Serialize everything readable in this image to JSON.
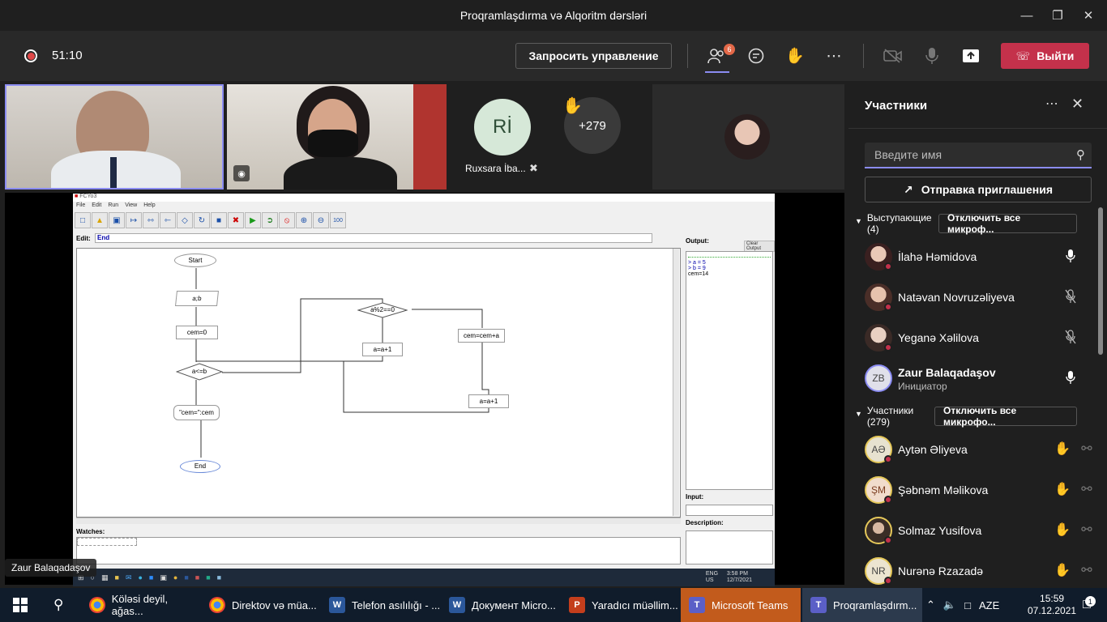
{
  "window": {
    "title": "Proqramlaşdırma və Alqoritm dərsləri"
  },
  "toolbar": {
    "timer": "51:10",
    "request_control": "Запросить управление",
    "people_badge": "6",
    "leave": "Выйти"
  },
  "stage": {
    "tile_name": "Ruxsara İba...",
    "tile_initials": "Rİ",
    "overflow_count": "+279",
    "speaker_label": "Zaur Balaqadaşov"
  },
  "share": {
    "app_title": "FCYo3",
    "menu": [
      "File",
      "Edit",
      "Run",
      "View",
      "Help"
    ],
    "edit_label": "Edit:",
    "edit_value": "End",
    "output_label": "Output:",
    "clear_output": "Clear Output",
    "output_lines": [
      "> a = 5",
      "> b = 9",
      "cem=14"
    ],
    "input_label": "Input:",
    "description_label": "Description:",
    "watches_label": "Watches:",
    "flow": {
      "start": "Start",
      "input": "a;b",
      "init": "cem=0",
      "cond1": "a<=b",
      "output": "\"cem=\":cem",
      "end": "End",
      "cond2": "a%2==0",
      "incr1": "a=a+1",
      "sum": "cem=cem+a",
      "incr2": "a=a+1"
    },
    "inner_tray": {
      "lang": "ENG US",
      "time": "3:58 PM",
      "date": "12/7/2021"
    }
  },
  "panel": {
    "title": "Участники",
    "search_placeholder": "Введите имя",
    "invite": "Отправка приглашения",
    "presenters_label": "Выступающие",
    "presenters_count": "(4)",
    "mute_all": "Отключить все микроф...",
    "attendees_label": "Участники",
    "attendees_count": "(279)",
    "mute_all2": "Отключить все микрофо...",
    "presenters": [
      {
        "name": "İlahə Həmidova",
        "mic": "on"
      },
      {
        "name": "Natəvan Novruzəliyeva",
        "mic": "off"
      },
      {
        "name": "Yeganə Xəlilova",
        "mic": "off"
      },
      {
        "name": "Zaur Balaqadaşov",
        "initials": "ZB",
        "role": "Инициатор",
        "mic": "on"
      }
    ],
    "attendees": [
      {
        "name": "Aytən Əliyeva",
        "initials": "AƏ"
      },
      {
        "name": "Şəbnəm Məlikova",
        "initials": "ŞM"
      },
      {
        "name": "Solmaz Yusifova",
        "initials": ""
      },
      {
        "name": "Nurənə Rzazadə",
        "initials": "NR"
      }
    ]
  },
  "taskbar": {
    "apps": [
      {
        "label": "Köləsi deyil, ağas...",
        "icon": "chrome"
      },
      {
        "label": "Direktov və müa...",
        "icon": "chrome"
      },
      {
        "label": "Telefon asılılığı - ...",
        "icon": "word"
      },
      {
        "label": "Документ Micro...",
        "icon": "word"
      },
      {
        "label": "Yaradıcı müəllim...",
        "icon": "powerpoint"
      },
      {
        "label": "Microsoft Teams",
        "icon": "teams"
      },
      {
        "label": "Proqramlaşdırm...",
        "icon": "teams"
      }
    ],
    "lang": "AZE",
    "time": "15:59",
    "date": "07.12.2021",
    "notif_count": "1"
  },
  "colors": {
    "accent": "#8b8cf2",
    "leave": "#c4314b",
    "badge": "#e36848",
    "raise_hand": "#f5c242"
  }
}
